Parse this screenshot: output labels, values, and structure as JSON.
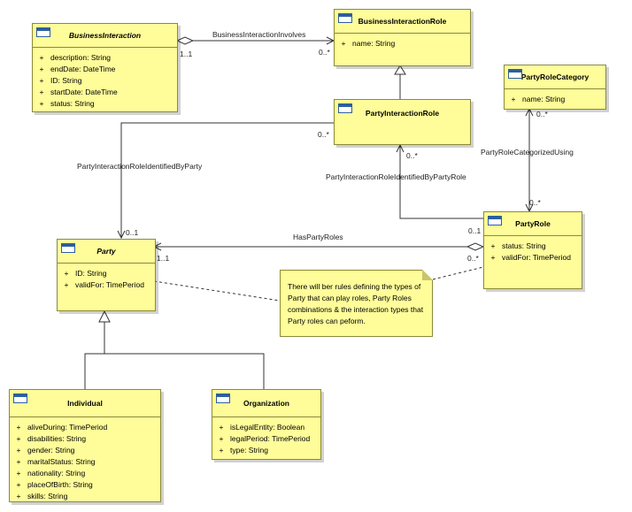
{
  "classes": {
    "business_interaction": {
      "name": "BusinessInteraction",
      "attrs": [
        {
          "vis": "+",
          "text": "description: String"
        },
        {
          "vis": "+",
          "text": "endDate: DateTime"
        },
        {
          "vis": "+",
          "text": "ID: String"
        },
        {
          "vis": "+",
          "text": "startDate: DateTime"
        },
        {
          "vis": "+",
          "text": "status: String"
        }
      ]
    },
    "business_interaction_role": {
      "name": "BusinessInteractionRole",
      "attrs": [
        {
          "vis": "+",
          "text": "name: String"
        }
      ]
    },
    "party_interaction_role": {
      "name": "PartyInteractionRole",
      "attrs": []
    },
    "party_role_category": {
      "name": "PartyRoleCategory",
      "attrs": [
        {
          "vis": "+",
          "text": "name: String"
        }
      ]
    },
    "party_role": {
      "name": "PartyRole",
      "attrs": [
        {
          "vis": "+",
          "text": "status: String"
        },
        {
          "vis": "+",
          "text": "validFor: TimePeriod"
        }
      ]
    },
    "party": {
      "name": "Party",
      "attrs": [
        {
          "vis": "+",
          "text": "ID: String"
        },
        {
          "vis": "+",
          "text": "validFor: TimePeriod"
        }
      ]
    },
    "individual": {
      "name": "Individual",
      "attrs": [
        {
          "vis": "+",
          "text": "aliveDuring: TimePeriod"
        },
        {
          "vis": "+",
          "text": "disabilities: String"
        },
        {
          "vis": "+",
          "text": "gender: String"
        },
        {
          "vis": "+",
          "text": "maritalStatus: String"
        },
        {
          "vis": "+",
          "text": "nationality: String"
        },
        {
          "vis": "+",
          "text": "placeOfBirth: String"
        },
        {
          "vis": "+",
          "text": "skills: String"
        }
      ]
    },
    "organization": {
      "name": "Organization",
      "attrs": [
        {
          "vis": "+",
          "text": "isLegalEntity: Boolean"
        },
        {
          "vis": "+",
          "text": "legalPeriod: TimePeriod"
        },
        {
          "vis": "+",
          "text": "type: String"
        }
      ]
    }
  },
  "associations": {
    "bi_involves": {
      "name": "BusinessInteractionInvolves",
      "src_mult": "1..1",
      "dst_mult": "0..*"
    },
    "pir_identified_by_party": {
      "name": "PartyInteractionRoleIdentifiedByParty",
      "src_mult": "0..*",
      "dst_mult": "0..1"
    },
    "pir_identified_by_party_role": {
      "name": "PartyInteractionRoleIdentifiedByPartyRole",
      "src_mult": "0..*",
      "dst_mult": "0..1"
    },
    "role_categorized_using": {
      "name": "PartyRoleCategorizedUsing",
      "src_mult": "0..*",
      "dst_mult": "0..*"
    },
    "has_party_roles": {
      "name": "HasPartyRoles",
      "src_mult": "1..1",
      "dst_mult": "0..*"
    }
  },
  "note": {
    "lines": [
      "There will ber rules defining the types of",
      "Party that can play roles, Party Roles",
      "combinations & the interaction types that",
      "Party roles can peform."
    ]
  }
}
